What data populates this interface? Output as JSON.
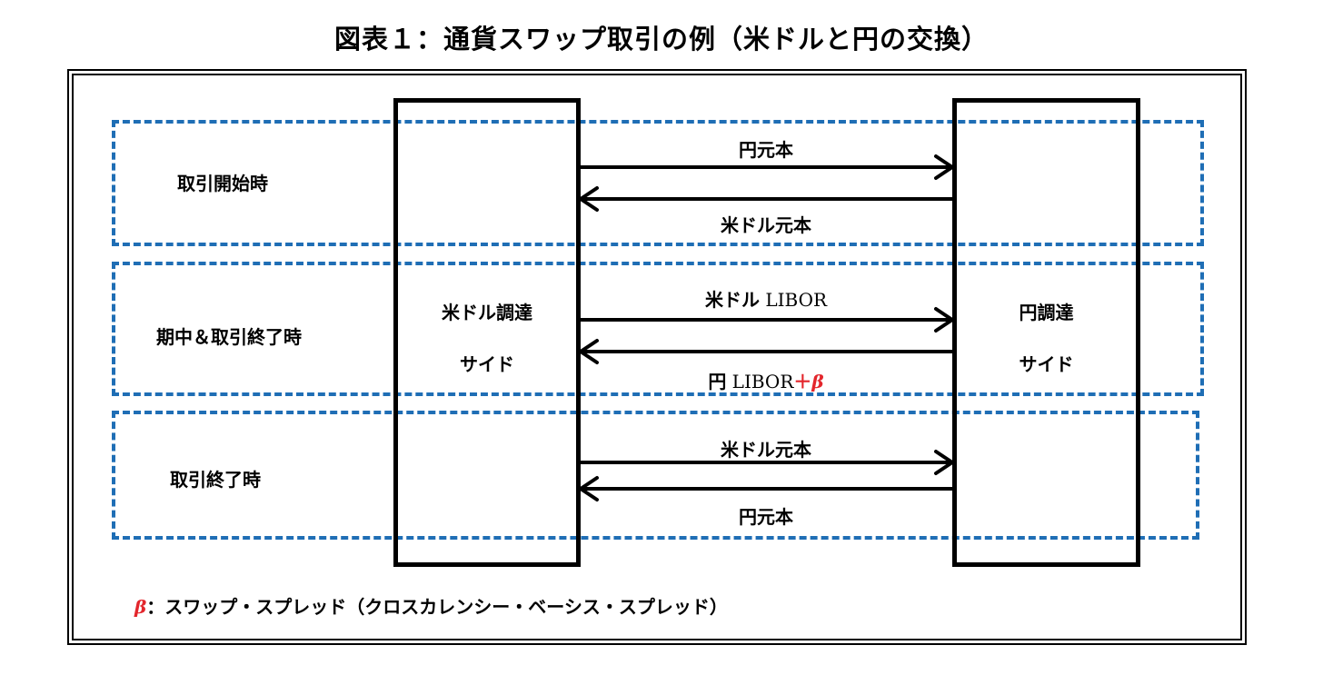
{
  "title": "図表１：通貨スワップ取引の例（米ドルと円の交換）",
  "phases": [
    {
      "label": "取引開始時"
    },
    {
      "label": "期中＆取引終了時"
    },
    {
      "label": "取引終了時"
    }
  ],
  "parties": {
    "left": {
      "line1": "米ドル調達",
      "line2": "サイド"
    },
    "right": {
      "line1": "円調達",
      "line2": "サイド"
    }
  },
  "flows": {
    "start_to_right": "円元本",
    "start_to_left": "米ドル元本",
    "mid_to_right_prefix": "米ドル",
    "mid_to_right_rate": "LIBOR",
    "mid_to_left_prefix": "円",
    "mid_to_left_rate": "LIBOR",
    "mid_to_left_plus": "＋",
    "mid_to_left_beta": "β",
    "end_to_right": "米ドル元本",
    "end_to_left": "円元本"
  },
  "note": {
    "symbol": "β",
    "text": "：スワップ・スプレッド（クロスカレンシー・ベーシス・スプレッド）"
  },
  "colors": {
    "band_border": "#1f6eb5",
    "beta": "#e3262c",
    "line": "#000000"
  }
}
